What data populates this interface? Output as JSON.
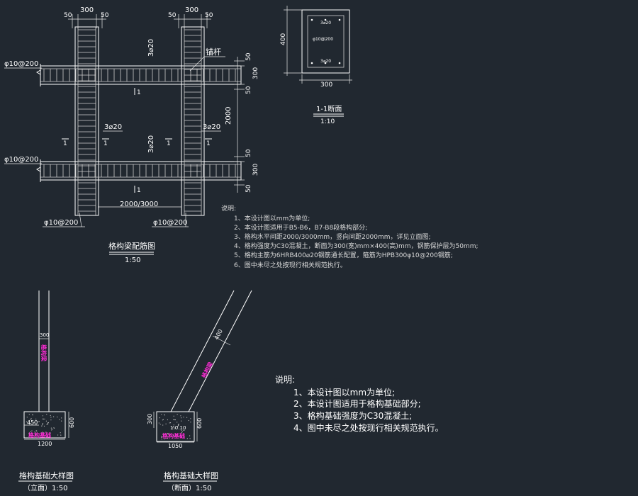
{
  "plan": {
    "dim_top_left": [
      "50",
      "300",
      "50"
    ],
    "dim_top_right": [
      "50",
      "300",
      "50"
    ],
    "bar_left_top": "φ10@200",
    "bar_left_bottom": "φ10@200",
    "bar_bottom_left": "φ10@200",
    "bar_bottom_right": "φ10@200",
    "vertical_bar_top": "3⌀20",
    "vertical_bar_mid": "3⌀20",
    "horizontal_bar_left": "3⌀20",
    "horizontal_bar_right": "3⌀20",
    "anchor_label": "锚杆",
    "dim_right": [
      "50",
      "300",
      "50",
      "2000",
      "50",
      "300",
      "50"
    ],
    "span_label": "2000/3000",
    "section_marks": [
      "1",
      "1",
      "1",
      "1",
      "1",
      "1"
    ],
    "title": "格构梁配筋图",
    "scale": "1:50"
  },
  "section": {
    "dim_height": "400",
    "dim_width": "300",
    "bar_top": "3⌀20",
    "bar_mid": "φ10@200",
    "bar_bottom": "3⌀20",
    "title": "1-1断面",
    "scale": "1:10"
  },
  "notes1": {
    "heading": "说明:",
    "items": [
      "1、本设计图以mm为单位;",
      "2、本设计图适用于B5-B6，B7-B8段格构部分;",
      "3、格构水平间距2000/3000mm，竖向间距2000mm，详见立面图;",
      "4、格构强度为C30混凝土，断面为300(宽)mm×400(高)mm，钢筋保护层为50mm;",
      "5、格构主筋为6HRB400⌀20钢筋通长配置，箍筋为HPB300φ10@200钢筋;",
      "6、图中未尽之处按现行相关规范执行。"
    ]
  },
  "detail_elev": {
    "dim_beam": "300",
    "beam_label": "格构梁",
    "dim_450": "450",
    "dim_600": "600",
    "dim_1200": "1200",
    "base_label": "格构基础",
    "title": "格构基础大样图",
    "subtitle": "（立面）1:50"
  },
  "detail_sect": {
    "dim_beam": "400",
    "beam_label": "格构梁",
    "dim_300": "300",
    "dim_600": "600",
    "dim_1050": "1050",
    "slope": "1:0.10",
    "base_label": "格构基础",
    "title": "格构基础大样图",
    "subtitle": "（断面）1:50"
  },
  "notes2": {
    "heading": "说明:",
    "items": [
      "1、本设计图以mm为单位;",
      "2、本设计图适用于格构基础部分;",
      "3、格构基础强度为C30混凝土;",
      "4、图中未尽之处按现行相关规范执行。"
    ]
  }
}
